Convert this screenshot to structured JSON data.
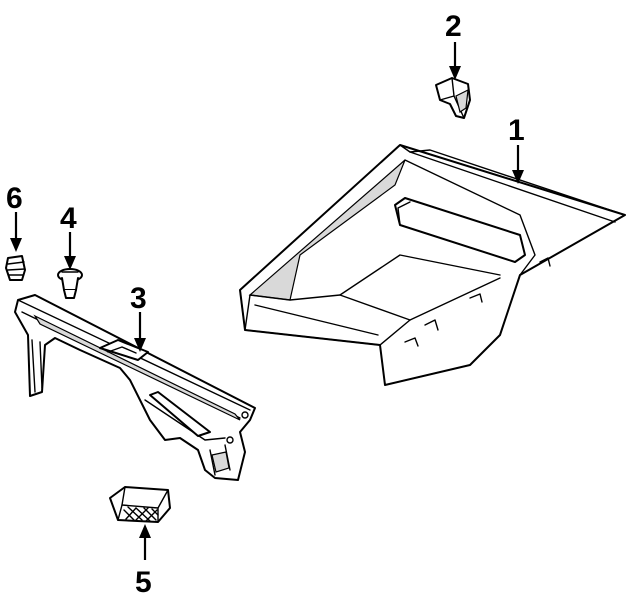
{
  "callouts": [
    {
      "id": "1",
      "text": "1"
    },
    {
      "id": "2",
      "text": "2"
    },
    {
      "id": "3",
      "text": "3"
    },
    {
      "id": "4",
      "text": "4"
    },
    {
      "id": "5",
      "text": "5"
    },
    {
      "id": "6",
      "text": "6"
    }
  ],
  "colors": {
    "ink": "#000000",
    "paper": "#ffffff",
    "shade": "#d9d9d9"
  }
}
